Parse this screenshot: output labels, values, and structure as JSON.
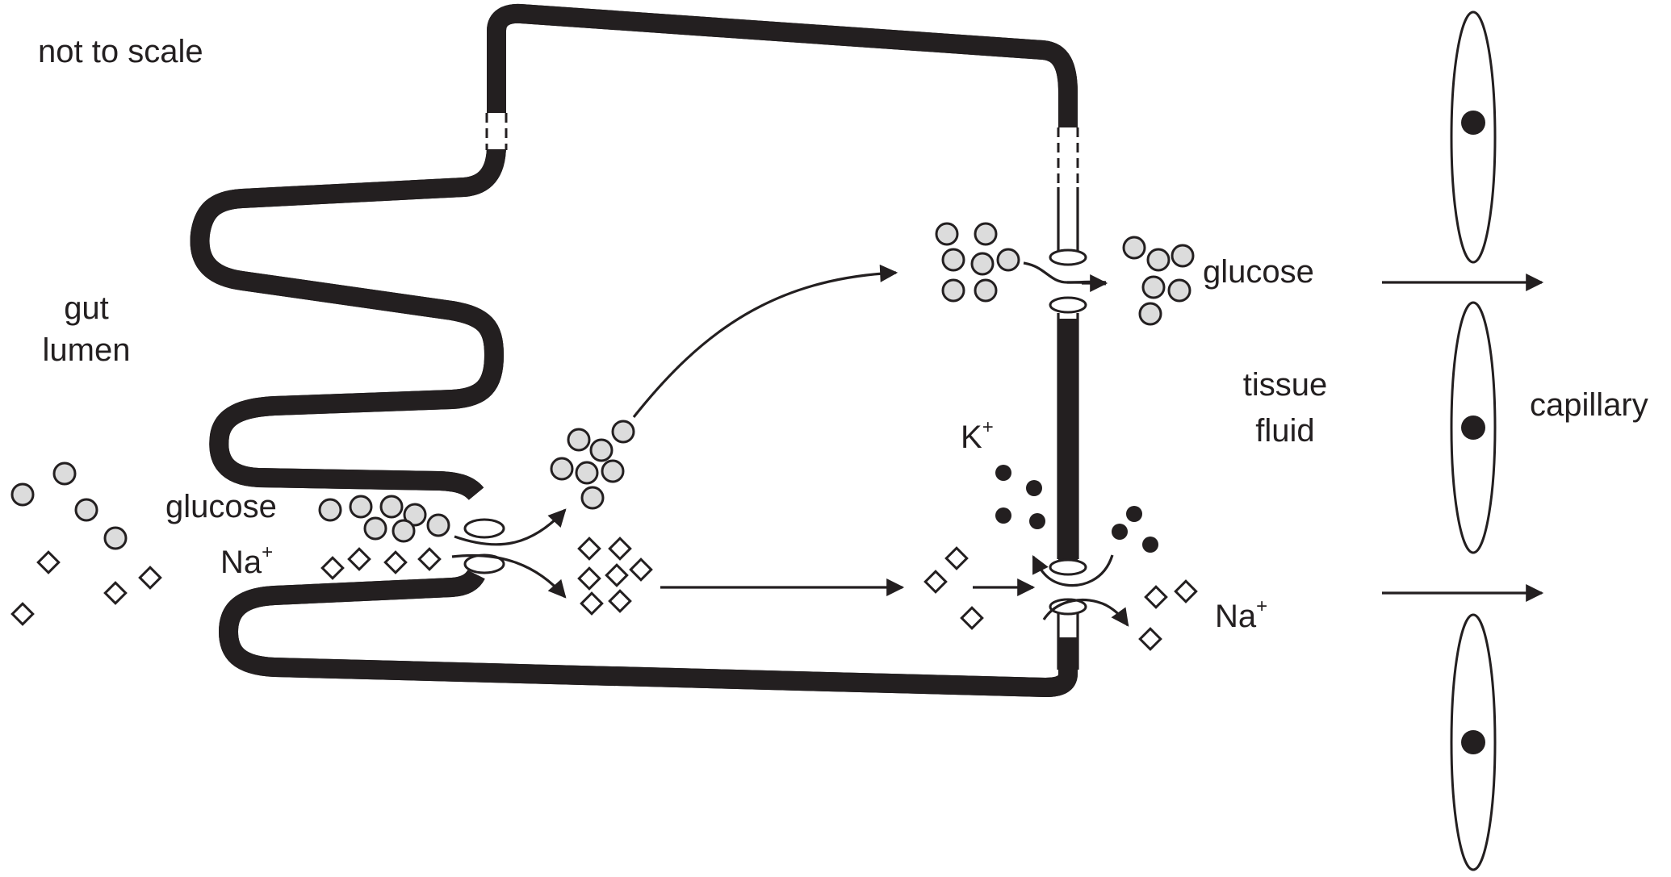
{
  "labels": {
    "scale_note": "not to scale",
    "gut_lumen_line1": "gut",
    "gut_lumen_line2": "lumen",
    "glucose_left": "glucose",
    "na_left": "Na",
    "na_left_sup": "+",
    "glucose_right": "glucose",
    "tissue_fluid_line1": "tissue",
    "tissue_fluid_line2": "fluid",
    "k": "K",
    "k_sup": "+",
    "na_right": "Na",
    "na_right_sup": "+",
    "capillary": "capillary"
  },
  "colors": {
    "ink": "#231f20",
    "glucose_fill": "#dcdcdc",
    "background": "#ffffff"
  }
}
